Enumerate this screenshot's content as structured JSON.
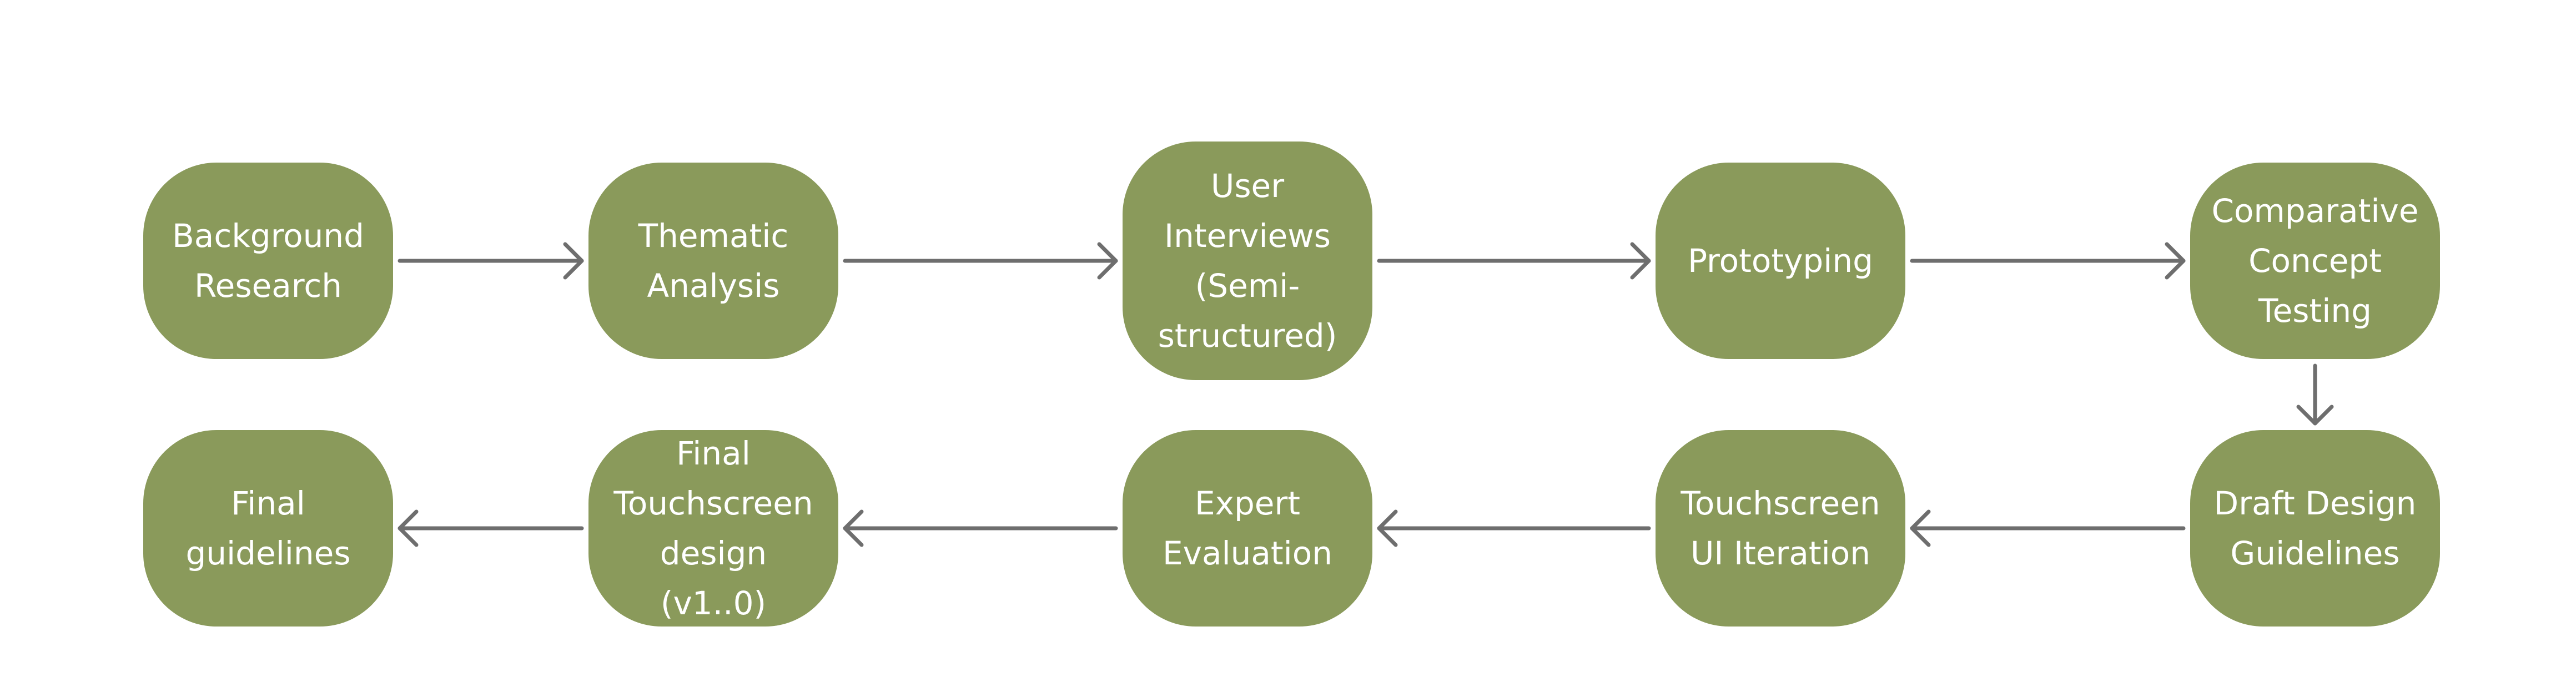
{
  "diagram": {
    "node_color": "#8a9a5b",
    "arrow_color": "#6e6e6e",
    "text_color": "#ffffff",
    "nodes": [
      {
        "id": "background-research",
        "label": "Background\nResearch"
      },
      {
        "id": "thematic-analysis",
        "label": "Thematic\nAnalysis"
      },
      {
        "id": "user-interviews",
        "label": "User\nInterviews\n(Semi-\nstructured)"
      },
      {
        "id": "prototyping",
        "label": "Prototyping"
      },
      {
        "id": "comparative-concept-testing",
        "label": "Comparative\nConcept\nTesting"
      },
      {
        "id": "draft-design-guidelines",
        "label": "Draft Design\nGuidelines"
      },
      {
        "id": "touchscreen-ui-iteration",
        "label": "Touchscreen\nUI Iteration"
      },
      {
        "id": "expert-evaluation",
        "label": "Expert\nEvaluation"
      },
      {
        "id": "final-touchscreen-design",
        "label": "Final\nTouchscreen\ndesign (v1..0)"
      },
      {
        "id": "final-guidelines",
        "label": "Final\nguidelines"
      }
    ],
    "edges": [
      {
        "from": "background-research",
        "to": "thematic-analysis"
      },
      {
        "from": "thematic-analysis",
        "to": "user-interviews"
      },
      {
        "from": "user-interviews",
        "to": "prototyping"
      },
      {
        "from": "prototyping",
        "to": "comparative-concept-testing"
      },
      {
        "from": "comparative-concept-testing",
        "to": "draft-design-guidelines"
      },
      {
        "from": "draft-design-guidelines",
        "to": "touchscreen-ui-iteration"
      },
      {
        "from": "touchscreen-ui-iteration",
        "to": "expert-evaluation"
      },
      {
        "from": "expert-evaluation",
        "to": "final-touchscreen-design"
      },
      {
        "from": "final-touchscreen-design",
        "to": "final-guidelines"
      }
    ]
  }
}
